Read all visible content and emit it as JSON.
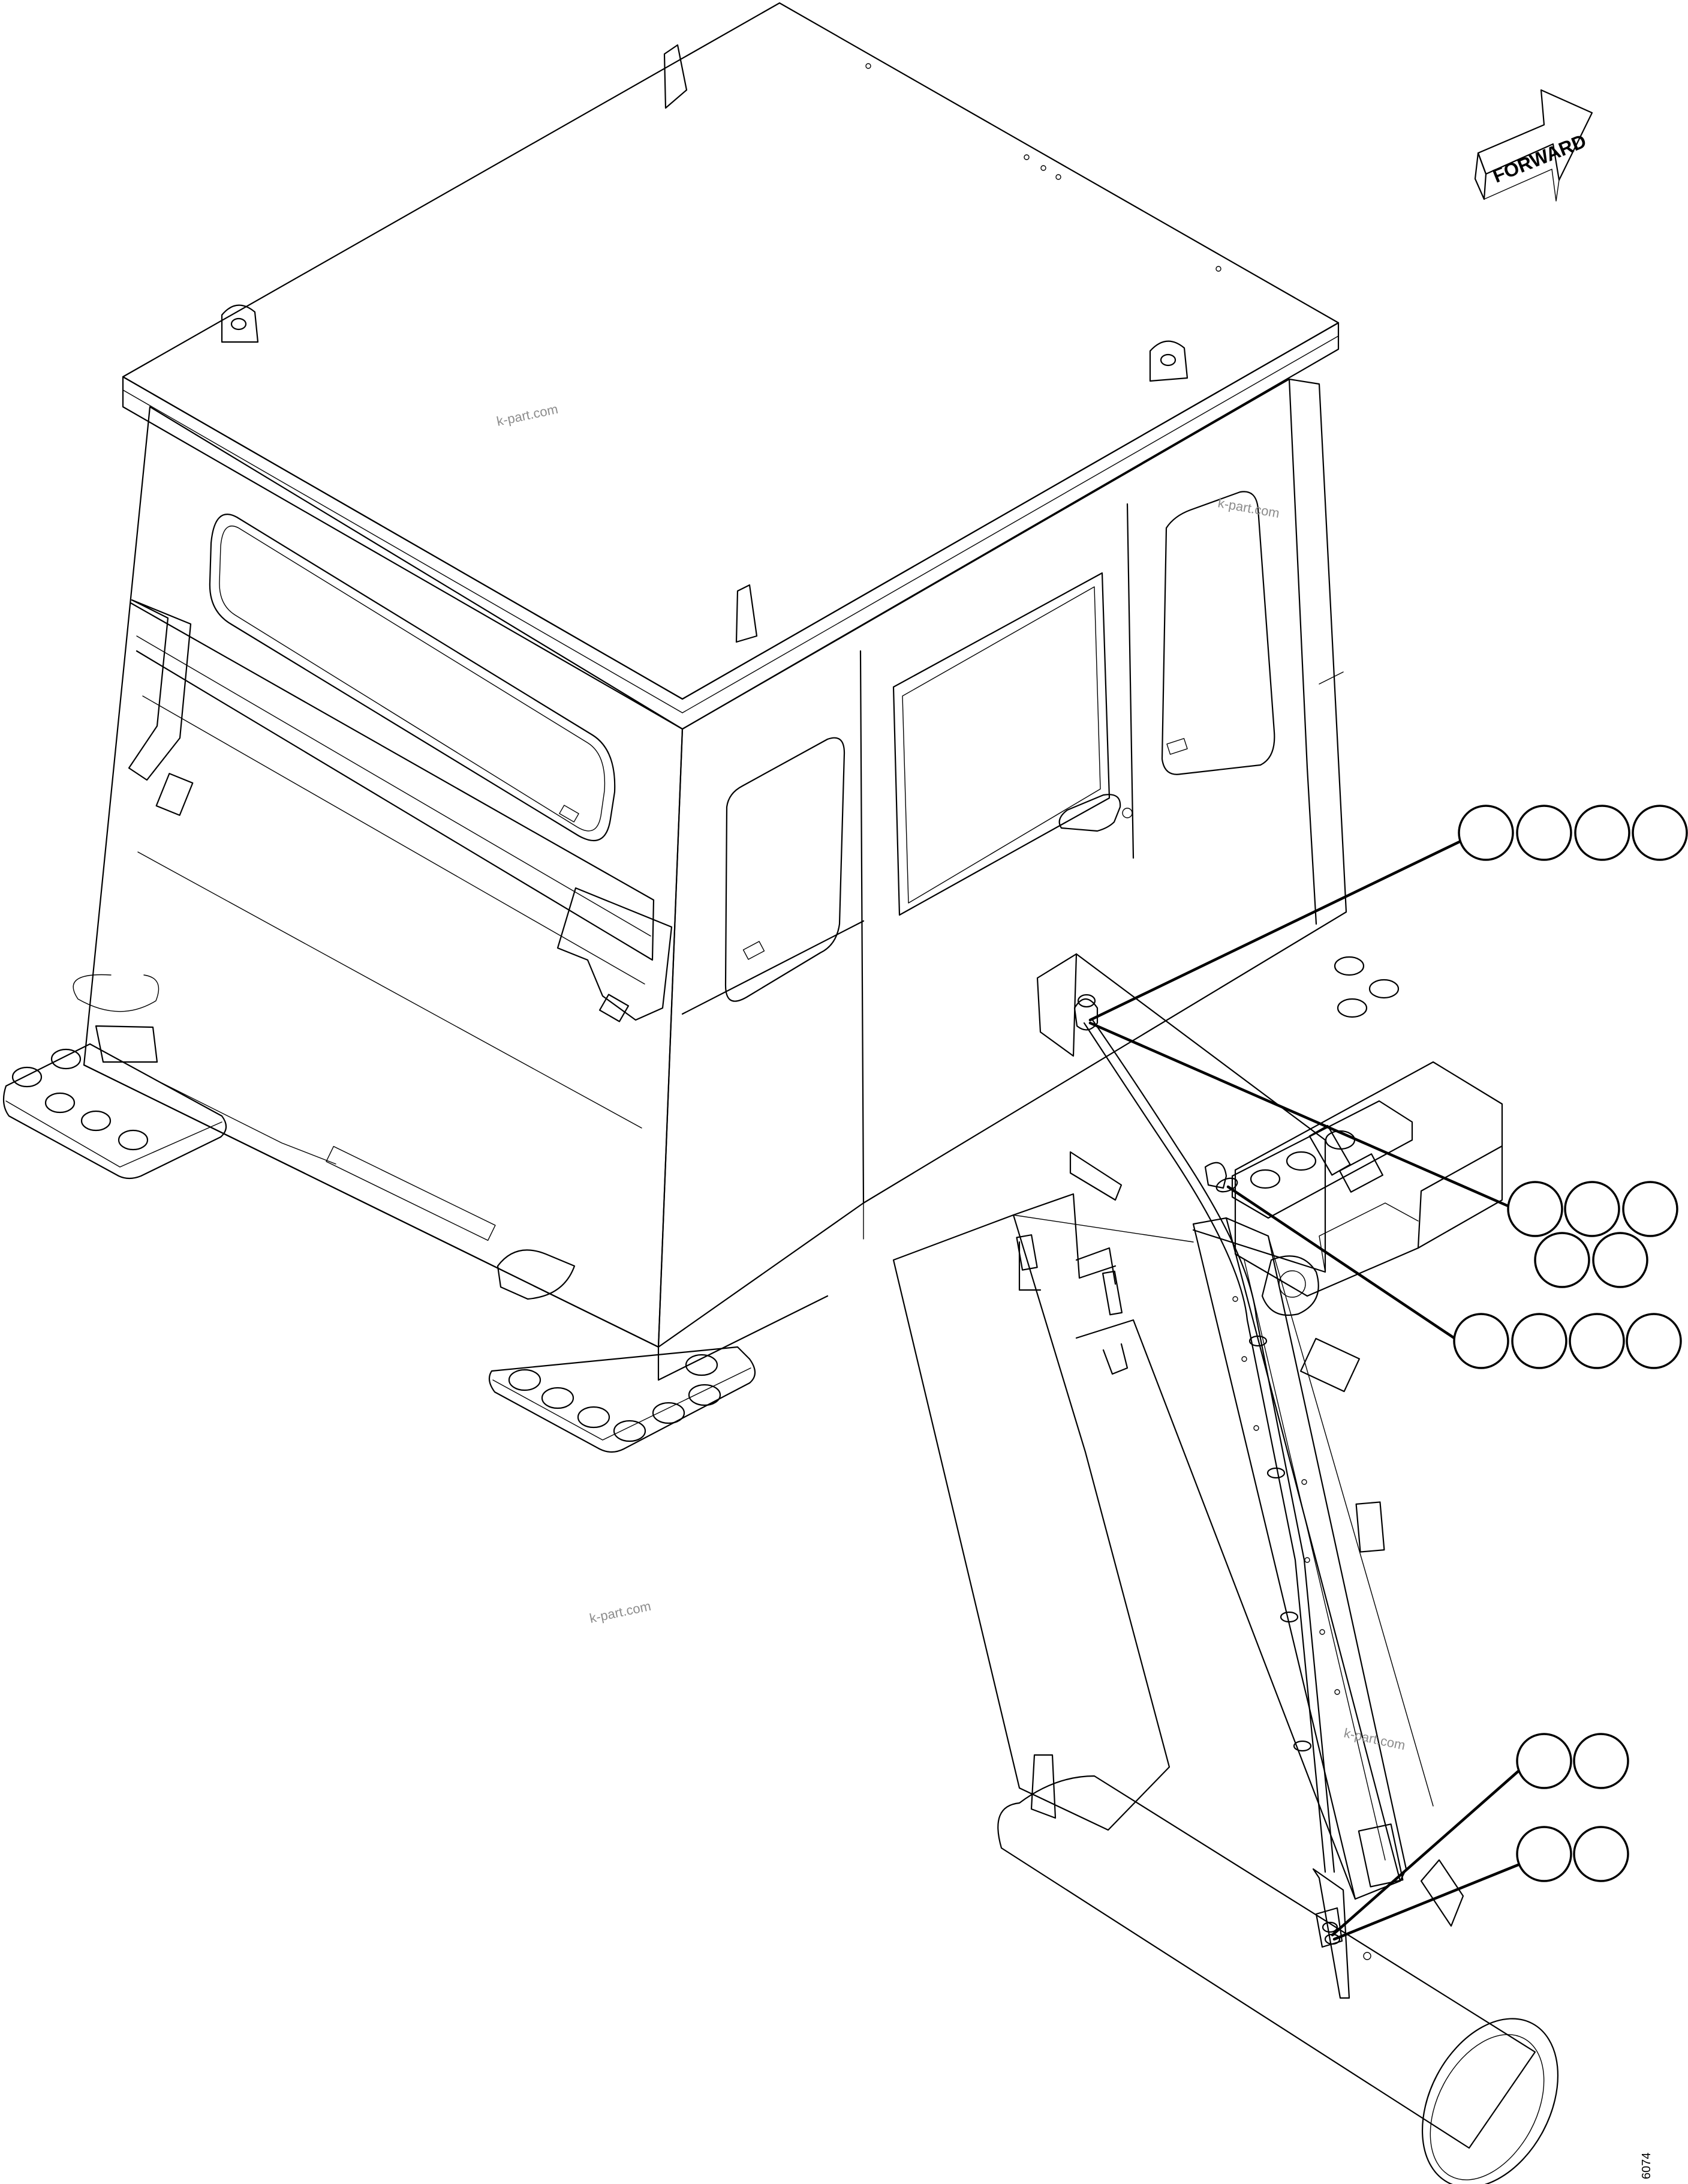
{
  "diagram": {
    "forward_label": "FORWARD",
    "watermarks": [
      "k-part.com",
      "k-part.com",
      "k-part.com",
      "k-part.com"
    ],
    "drawing_code": "6074",
    "callout_groups": [
      {
        "id": "group-1",
        "bubble_count": 4
      },
      {
        "id": "group-2",
        "bubble_count": 5
      },
      {
        "id": "group-3",
        "bubble_count": 4
      },
      {
        "id": "group-4",
        "bubble_count": 2
      },
      {
        "id": "group-5",
        "bubble_count": 2
      }
    ]
  }
}
